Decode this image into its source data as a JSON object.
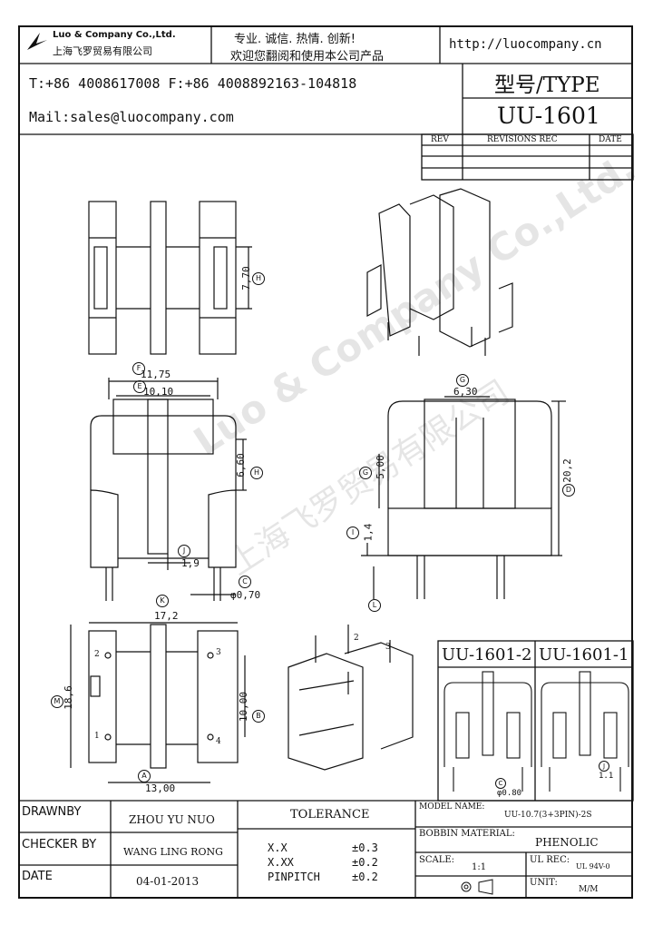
{
  "header": {
    "company_en": "Luo & Company Co.,Ltd.",
    "company_cn": "上海飞罗贸易有限公司",
    "slogan": "专业. 诚信. 热情. 创新!",
    "welcome": "欢迎您翻阅和使用本公司产品",
    "website": "http://luocompany.cn",
    "phone": "T:+86 4008617008 F:+86 4008892163-104818",
    "mail": "Mail:sales@luocompany.com",
    "type_label": "型号/TYPE",
    "model": "UU-1601"
  },
  "revisions": {
    "col_rev": "REV",
    "col_rec": "REVISIONS REC",
    "col_date": "DATE"
  },
  "dims": {
    "f_val": "11,75",
    "e_val": "10,10",
    "h_top": "7,70",
    "h_front": "6,60",
    "j_val": "1,9",
    "c_val": "φ0,70",
    "g_val": "6,30",
    "g2_val": "5,00",
    "d_val": "20,2",
    "i_val": "1,4",
    "k_val": "17,2",
    "m_val": "18,6",
    "b_val": "10,00",
    "a_val": "13,00",
    "c2_val": "φ0.80",
    "j2_val": "1.1",
    "pin1": "1",
    "pin2": "2",
    "pin3": "3",
    "pin4": "4"
  },
  "letters": {
    "a": "A",
    "b": "B",
    "c": "C",
    "d": "D",
    "e": "E",
    "f": "F",
    "g": "G",
    "h": "H",
    "i": "I",
    "j": "J",
    "k": "K",
    "l": "L",
    "m": "M"
  },
  "variants": {
    "v2": "UU-1601-2",
    "v1": "UU-1601-1"
  },
  "watermark": {
    "en": "Luo & Company Co.,Ltd.",
    "cn": "上海飞罗贸易有限公司"
  },
  "titleblock": {
    "drawnby_label": "DRAWNBY",
    "drawnby": "ZHOU YU NUO",
    "checker_label": "CHECKER BY",
    "checker": "WANG LING RONG",
    "date_label": "DATE",
    "date": "04-01-2013",
    "tolerance_label": "TOLERANCE",
    "tol1_label": "X.X",
    "tol1": "±0.3",
    "tol2_label": "X.XX",
    "tol2": "±0.2",
    "tol3_label": "PINPITCH",
    "tol3": "±0.2",
    "model_name_label": "MODEL NAME:",
    "model_name": "UU-10.7(3+3PIN)-2S",
    "bobbin_label": "BOBBIN MATERIAL:",
    "bobbin": "PHENOLIC",
    "scale_label": "SCALE:",
    "scale": "1:1",
    "ul_label": "UL REC:",
    "ul": "UL 94V-0",
    "unit_label": "UNIT:",
    "unit": "M/M"
  }
}
